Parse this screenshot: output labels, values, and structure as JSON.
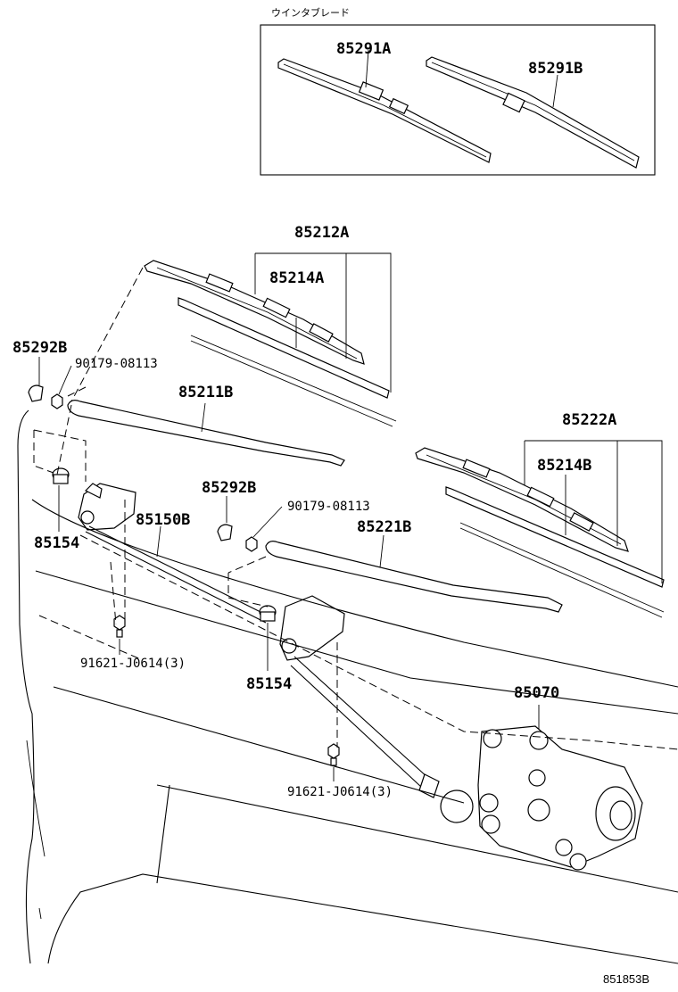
{
  "inset": {
    "title": "ウインタブレード",
    "labels": [
      "85291A",
      "85291B"
    ]
  },
  "labels": {
    "blade_assy_front_a": "85212A",
    "blade_rubber_a": "85214A",
    "cap_left": "85292B",
    "nut_left": "90179-08113",
    "arm_left": "85211B",
    "cap_right": "85292B",
    "nut_right": "90179-08113",
    "link_assy": "85150B",
    "pivot_left": "85154",
    "arm_right": "85221B",
    "blade_assy_b": "85222A",
    "blade_rubber_b": "85214B",
    "bolt_left": "91621-J0614(3)",
    "pivot_right": "85154",
    "motor": "85070",
    "bolt_right": "91621-J0614(3)"
  },
  "diagram_code": "851853B"
}
